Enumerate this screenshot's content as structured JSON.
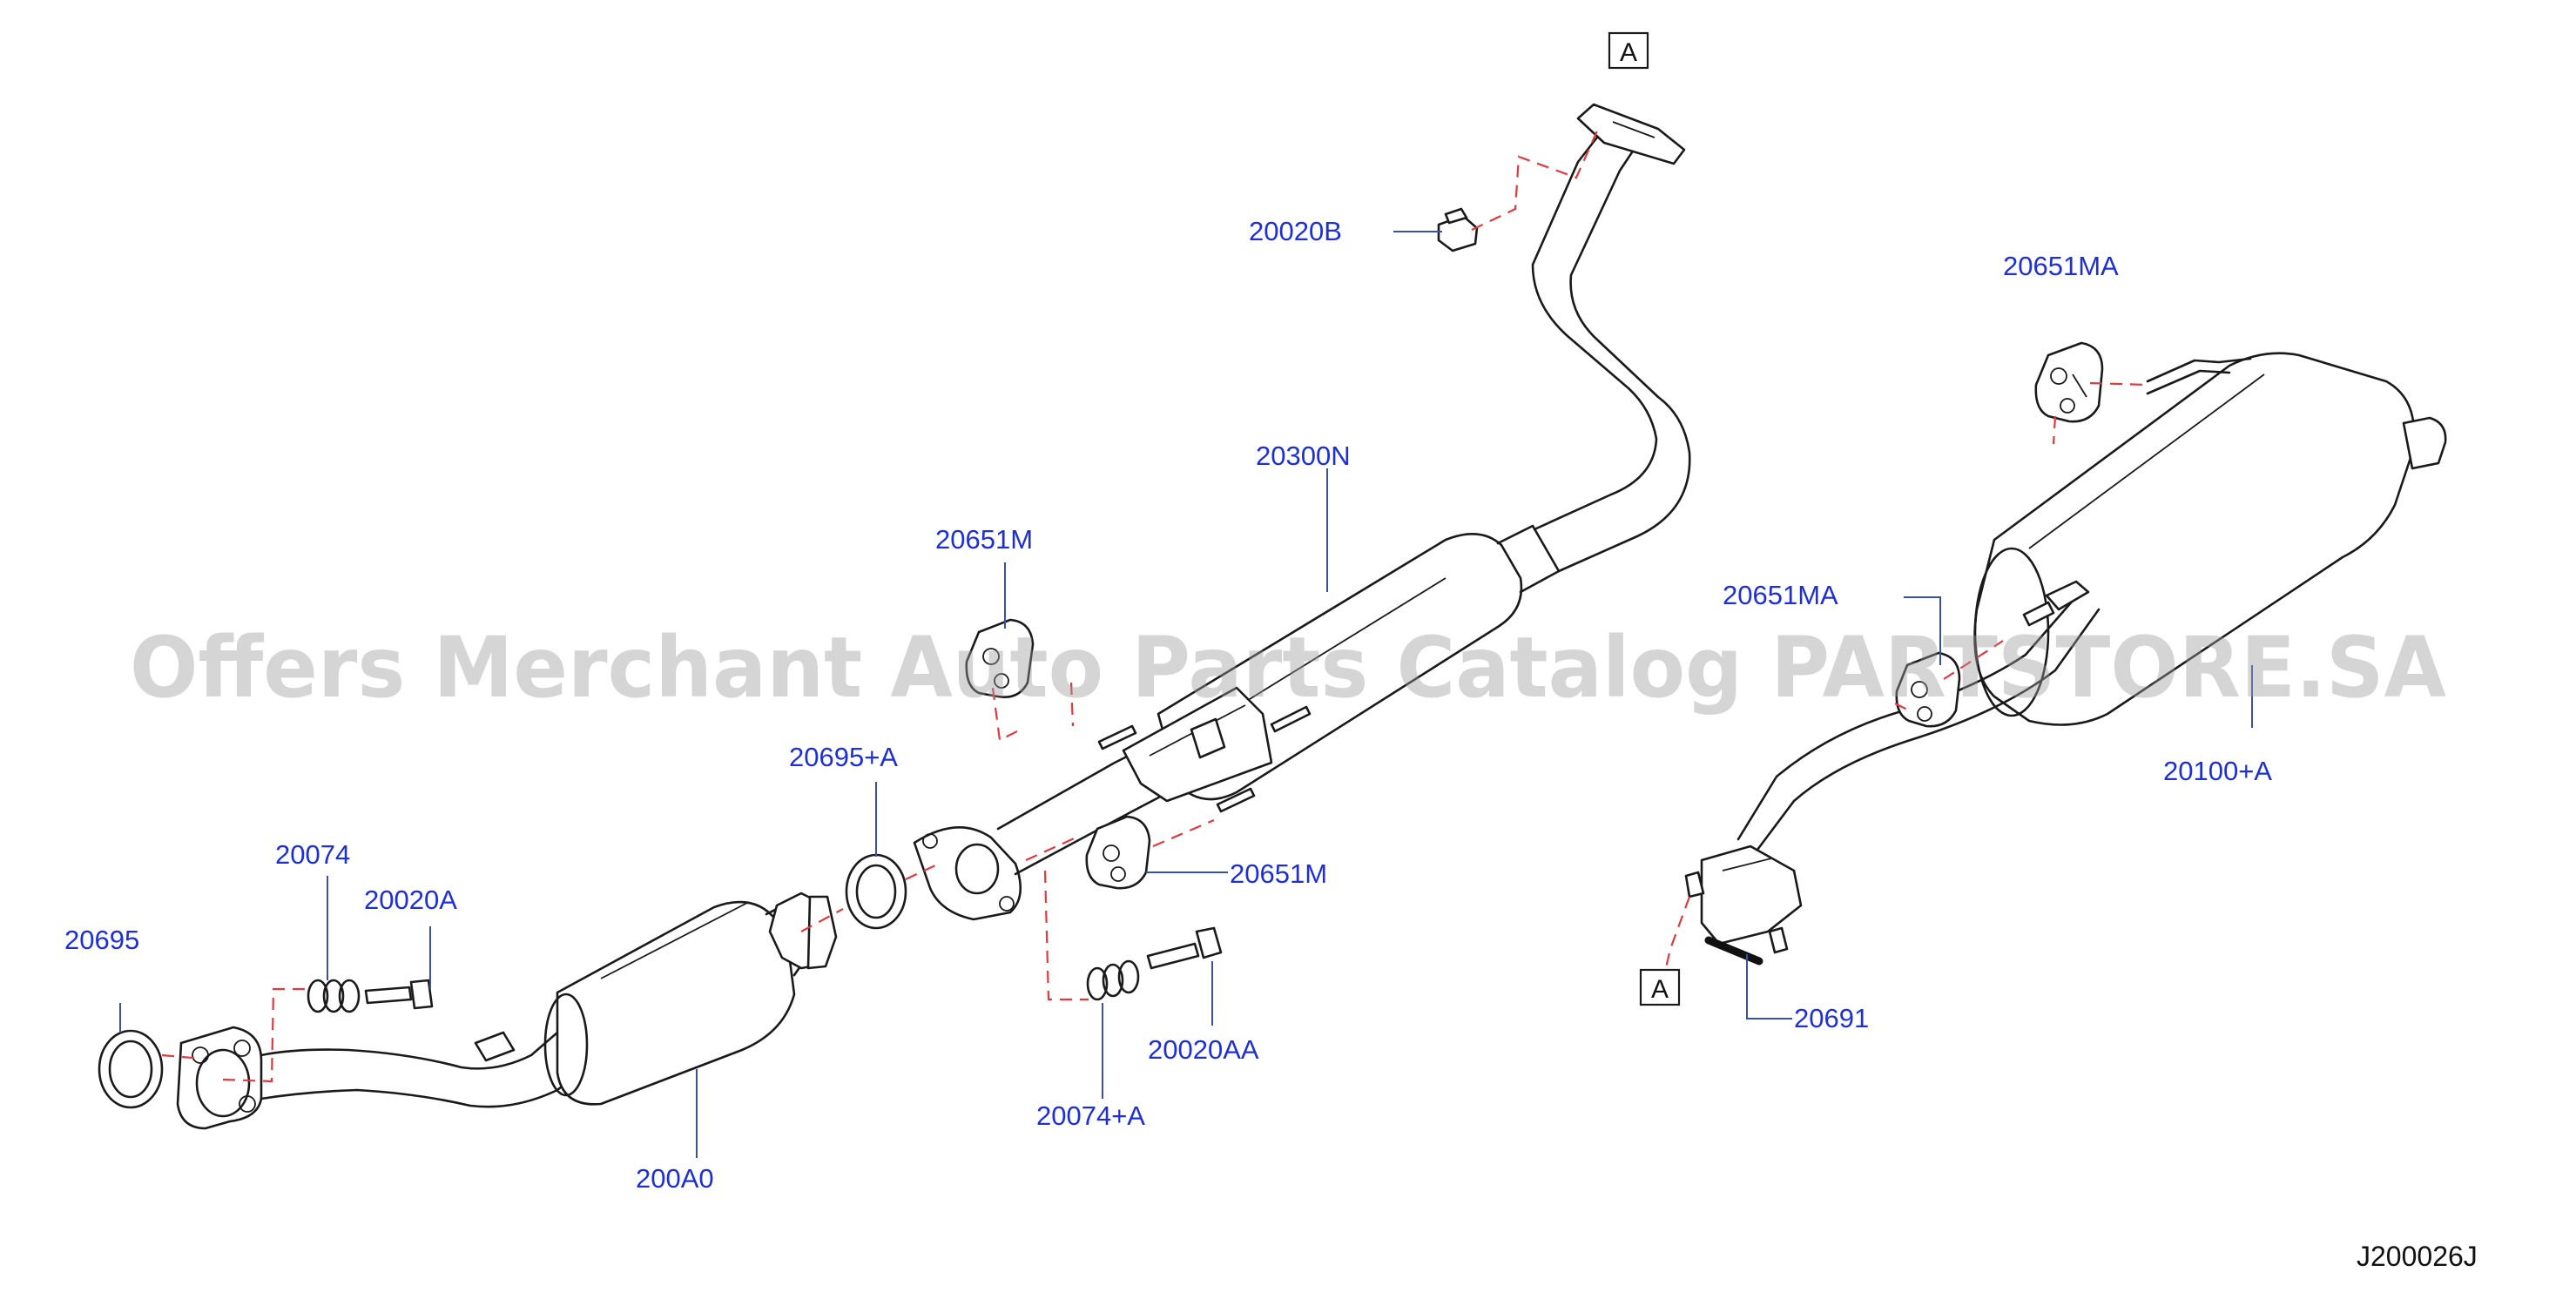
{
  "watermark": "Offers Merchant Auto Parts Catalog PARTSTORE.SA",
  "diagram_code": "J200026J",
  "reference_marker": "A",
  "callouts": {
    "p20020B": "20020B",
    "p20651MA_top": "20651MA",
    "p20300N": "20300N",
    "p20651M_upper": "20651M",
    "p20651MA_mid": "20651MA",
    "p20100A": "20100+A",
    "p20695A": "20695+A",
    "p20651M_lower": "20651M",
    "p20074": "20074",
    "p20020A": "20020A",
    "p20695": "20695",
    "p20691": "20691",
    "p20020AA": "20020AA",
    "p20074A": "20074+A",
    "p200A0": "200A0"
  },
  "colors": {
    "callout_text": "#1f2fd6",
    "dashed_guides": "#e0393e",
    "outline": "#1a1a1a",
    "watermark": "#9a9a9a"
  }
}
